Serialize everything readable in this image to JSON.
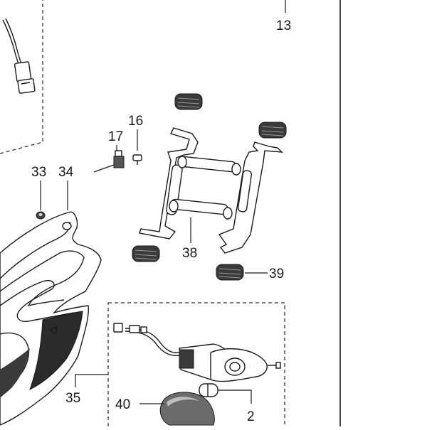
{
  "callouts": {
    "c13": "13",
    "c16": "16",
    "c17": "17",
    "c33": "33",
    "c34": "34",
    "c38": "38",
    "c39": "39",
    "c35": "35",
    "c40": "40",
    "c2": "2"
  }
}
